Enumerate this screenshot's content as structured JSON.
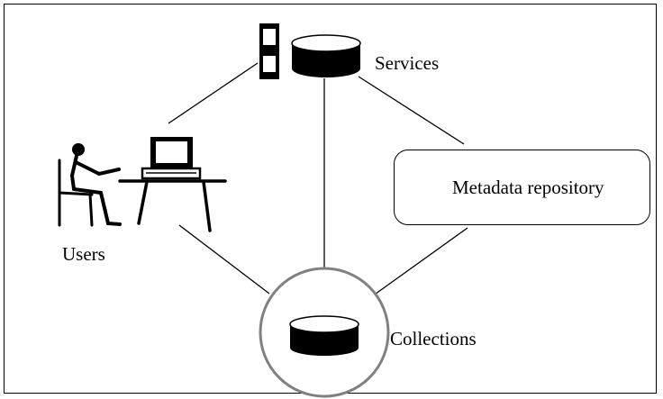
{
  "diagram": {
    "nodes": {
      "services": {
        "label": "Services",
        "icons": [
          "server-tower-icon",
          "database-cylinder-icon"
        ]
      },
      "users": {
        "label": "Users",
        "icons": [
          "person-seated-icon",
          "desk-icon",
          "computer-icon"
        ]
      },
      "metadata_repository": {
        "label": "Metadata repository"
      },
      "collections": {
        "label": "Collections",
        "icons": [
          "database-cylinder-icon"
        ]
      }
    },
    "edges": [
      [
        "users",
        "services"
      ],
      [
        "services",
        "metadata_repository"
      ],
      [
        "services",
        "collections"
      ],
      [
        "users",
        "collections"
      ],
      [
        "metadata_repository",
        "collections"
      ]
    ],
    "colors": {
      "line": "#000000",
      "collections_ring": "#808080",
      "fill_dark": "#000000"
    }
  }
}
